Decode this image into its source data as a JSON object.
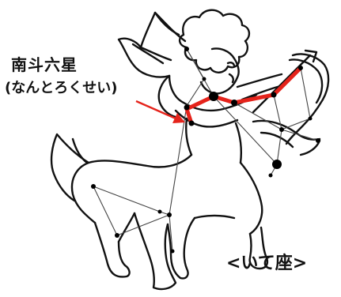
{
  "labels": {
    "asterism_name": "南斗六星",
    "asterism_reading": "(なんとろくせい)",
    "constellation_name": "<いて座>"
  },
  "colors": {
    "highlight": "#e5231b",
    "outline": "#111111",
    "constellation_line": "#444444",
    "star": "#000000"
  }
}
